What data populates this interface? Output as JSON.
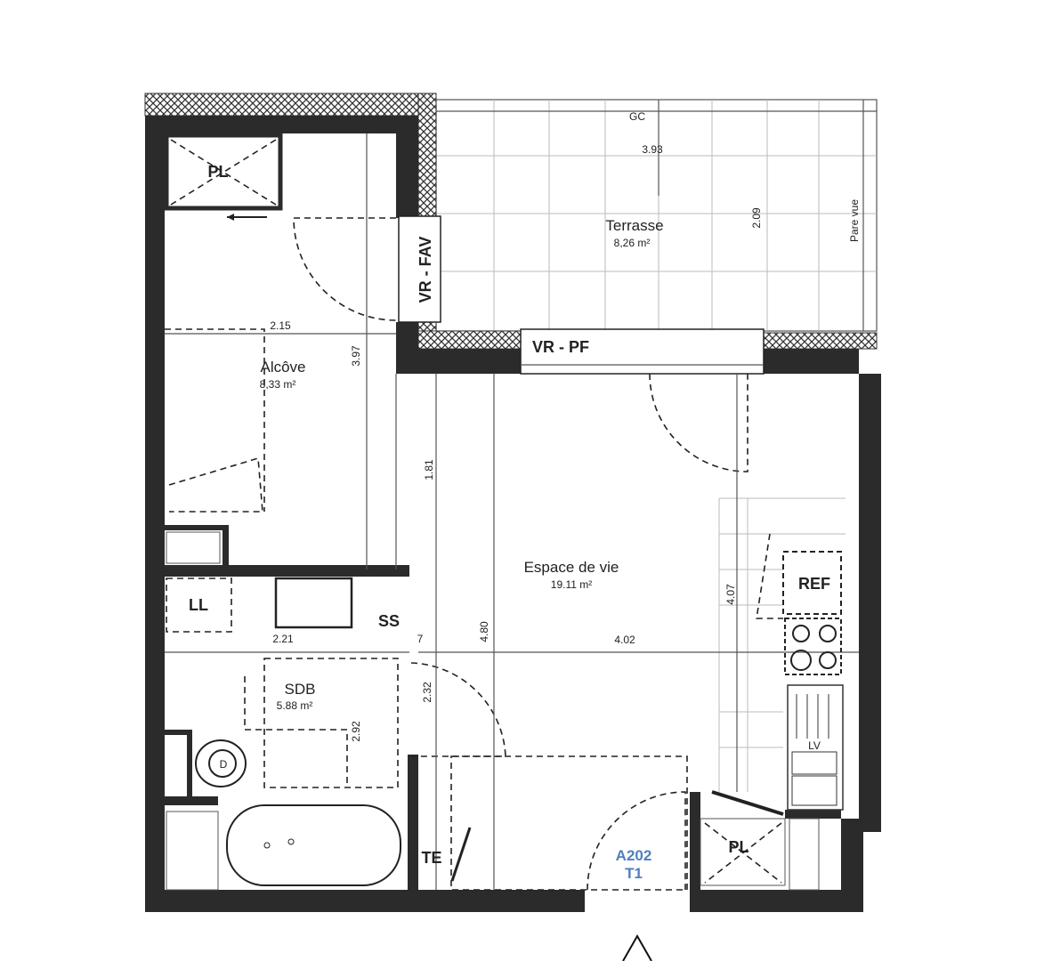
{
  "plan": {
    "unit_label": "A202",
    "unit_type": "T1",
    "colors": {
      "wall": "#2b2b2b",
      "unit_label": "#4f7fbf"
    }
  },
  "rooms": {
    "terrasse": {
      "name": "Terrasse",
      "area": "8,26 m²"
    },
    "alcove": {
      "name": "Alcôve",
      "area": "8,33 m²"
    },
    "espace": {
      "name": "Espace de vie",
      "area": "19.11 m²"
    },
    "sdb": {
      "name": "SDB",
      "area": "5.88 m²"
    }
  },
  "labels": {
    "pl_top": "PL",
    "pl_bottom": "PL",
    "vr_fav": "VR - FAV",
    "vr_pf": "VR - PF",
    "gc": "GC",
    "pare_vue": "Pare vue",
    "ll": "LL",
    "ss": "SS",
    "ref": "REF",
    "te": "TE",
    "lv": "LV",
    "wc": "D"
  },
  "dimensions": {
    "terrace_width": "3.93",
    "terrace_depth": "2.09",
    "alcove_width": "2.15",
    "alcove_length": "3.97",
    "d181": "1.81",
    "d480": "4.80",
    "d402": "4.02",
    "d407": "4.07",
    "d232": "2.32",
    "d292": "2.92",
    "d221": "2.21",
    "d07": "7"
  }
}
